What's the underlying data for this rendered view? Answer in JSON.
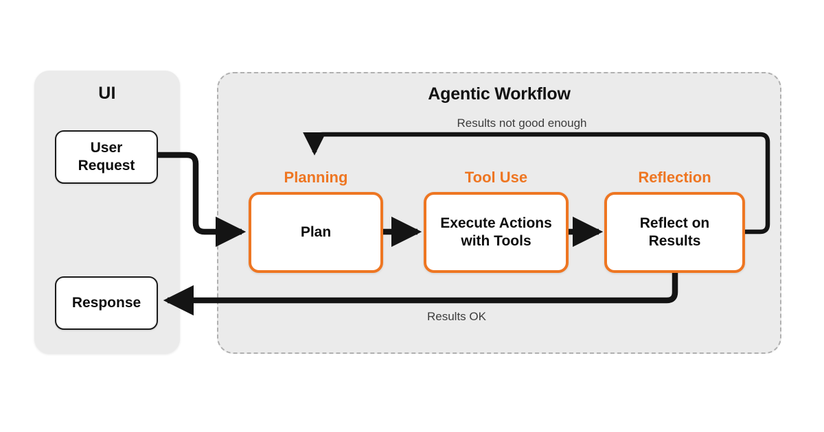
{
  "diagram": {
    "title_ui": "UI",
    "title_workflow": "Agentic Workflow",
    "colors": {
      "accent_orange": "#ee7622",
      "panel_gray": "#ebebeb",
      "border_dark": "#1a1a1a",
      "dashed_border": "#b0b0b0",
      "background": "#ffffff",
      "label_text": "#3c3c3c"
    }
  },
  "ui_panel": {
    "title": "UI",
    "nodes": [
      {
        "id": "user-request",
        "label": "User\nRequest",
        "line1": "User",
        "line2": "Request"
      },
      {
        "id": "response",
        "label": "Response",
        "line1": "Response",
        "line2": ""
      }
    ]
  },
  "workflow_panel": {
    "title": "Agentic Workflow",
    "stages": [
      {
        "id": "planning",
        "caption": "Planning",
        "box_line1": "Plan",
        "box_line2": ""
      },
      {
        "id": "tool-use",
        "caption": "Tool Use",
        "box_line1": "Execute Actions",
        "box_line2": "with Tools"
      },
      {
        "id": "reflection",
        "caption": "Reflection",
        "box_line1": "Reflect on",
        "box_line2": "Results"
      }
    ]
  },
  "edges": [
    {
      "id": "request-to-plan",
      "label": ""
    },
    {
      "id": "plan-to-tooluse",
      "label": ""
    },
    {
      "id": "tooluse-to-reflection",
      "label": ""
    },
    {
      "id": "reflection-loopback",
      "label": "Results not good enough"
    },
    {
      "id": "reflection-to-response",
      "label": "Results OK"
    }
  ]
}
